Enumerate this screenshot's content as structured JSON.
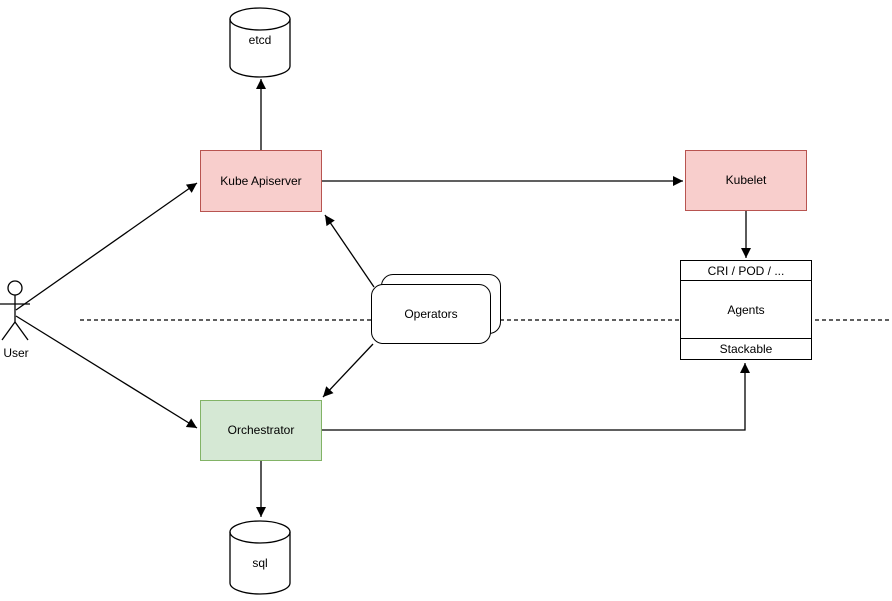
{
  "nodes": {
    "user": {
      "label": "User"
    },
    "etcd": {
      "label": "etcd"
    },
    "kube_apiserver": {
      "label": "Kube Apiserver"
    },
    "kubelet": {
      "label": "Kubelet"
    },
    "operators": {
      "label": "Operators"
    },
    "orchestrator": {
      "label": "Orchestrator"
    },
    "agents_stack": {
      "header": "CRI / POD / ...",
      "body": "Agents",
      "footer": "Stackable"
    },
    "sql": {
      "label": "sql"
    }
  },
  "edges": [
    {
      "from": "user",
      "to": "kube_apiserver"
    },
    {
      "from": "user",
      "to": "orchestrator"
    },
    {
      "from": "kube_apiserver",
      "to": "etcd"
    },
    {
      "from": "kube_apiserver",
      "to": "kubelet"
    },
    {
      "from": "operators",
      "to": "kube_apiserver"
    },
    {
      "from": "operators",
      "to": "orchestrator"
    },
    {
      "from": "kubelet",
      "to": "agents_stack"
    },
    {
      "from": "orchestrator",
      "to": "agents_stack"
    }
  ],
  "colors": {
    "red_fill": "#f8cecc",
    "red_stroke": "#b85450",
    "green_fill": "#d5e8d4",
    "green_stroke": "#82b366",
    "line": "#000000",
    "background": "#ffffff"
  }
}
